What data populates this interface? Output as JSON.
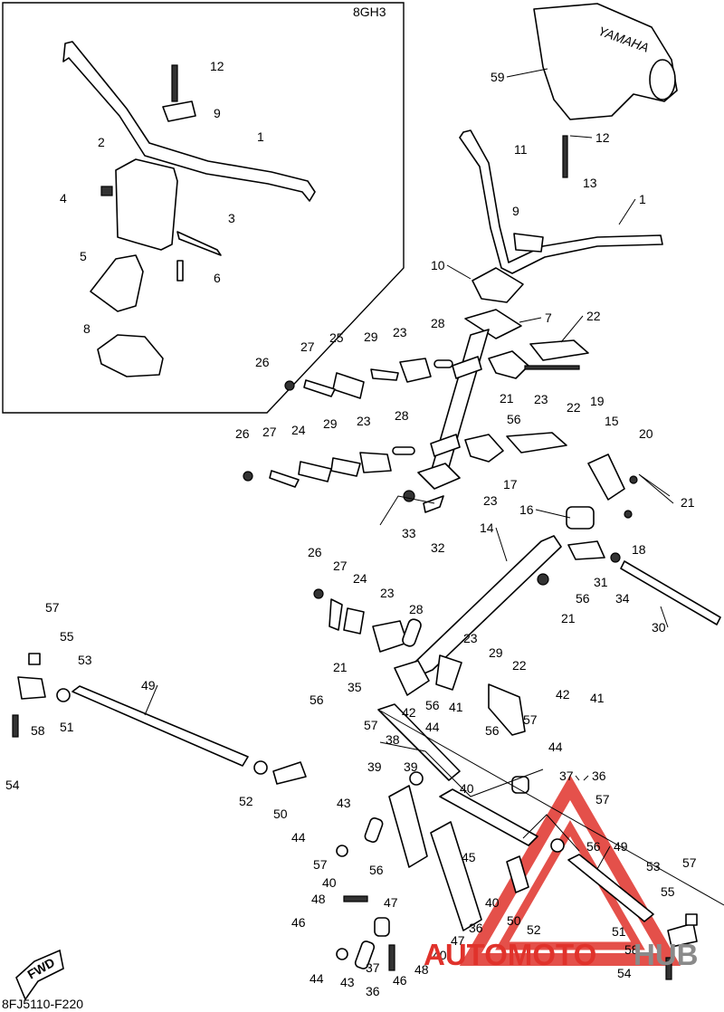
{
  "diagram": {
    "inset_code": "8GH3",
    "footer_code": "8FJ5110-F220",
    "fwd_label": "FWD",
    "watermark": {
      "word1": "AUTOMOTO",
      "word2": "HUB",
      "color_red": "#e0322b",
      "color_gray": "#8a8a8a"
    },
    "brand_on_cover": "YAMAHA",
    "inset_callouts": [
      "12",
      "9",
      "1",
      "2",
      "4",
      "3",
      "5",
      "6",
      "8"
    ],
    "callouts": [
      {
        "id": "c59",
        "text": "59"
      },
      {
        "id": "c12",
        "text": "12"
      },
      {
        "id": "c11",
        "text": "11"
      },
      {
        "id": "c13",
        "text": "13"
      },
      {
        "id": "c9",
        "text": "9"
      },
      {
        "id": "c1",
        "text": "1"
      },
      {
        "id": "c10",
        "text": "10"
      },
      {
        "id": "c7",
        "text": "7"
      },
      {
        "id": "c22a",
        "text": "22"
      },
      {
        "id": "c28a",
        "text": "28"
      },
      {
        "id": "c23a",
        "text": "23"
      },
      {
        "id": "c29a",
        "text": "29"
      },
      {
        "id": "c25",
        "text": "25"
      },
      {
        "id": "c27a",
        "text": "27"
      },
      {
        "id": "c26a",
        "text": "26"
      },
      {
        "id": "c23b",
        "text": "23"
      },
      {
        "id": "c21a",
        "text": "21"
      },
      {
        "id": "c56a",
        "text": "56"
      },
      {
        "id": "c22b",
        "text": "22"
      },
      {
        "id": "c19",
        "text": "19"
      },
      {
        "id": "c15",
        "text": "15"
      },
      {
        "id": "c20",
        "text": "20"
      },
      {
        "id": "c28b",
        "text": "28"
      },
      {
        "id": "c23c",
        "text": "23"
      },
      {
        "id": "c29b",
        "text": "29"
      },
      {
        "id": "c24a",
        "text": "24"
      },
      {
        "id": "c27b",
        "text": "27"
      },
      {
        "id": "c26b",
        "text": "26"
      },
      {
        "id": "c17",
        "text": "17"
      },
      {
        "id": "c23d",
        "text": "23"
      },
      {
        "id": "c21b",
        "text": "21"
      },
      {
        "id": "c16",
        "text": "16"
      },
      {
        "id": "c33",
        "text": "33"
      },
      {
        "id": "c32",
        "text": "32"
      },
      {
        "id": "c14",
        "text": "14"
      },
      {
        "id": "c18",
        "text": "18"
      },
      {
        "id": "c26c",
        "text": "26"
      },
      {
        "id": "c27c",
        "text": "27"
      },
      {
        "id": "c24b",
        "text": "24"
      },
      {
        "id": "c23e",
        "text": "23"
      },
      {
        "id": "c28c",
        "text": "28"
      },
      {
        "id": "c31",
        "text": "31"
      },
      {
        "id": "c56b",
        "text": "56"
      },
      {
        "id": "c34",
        "text": "34"
      },
      {
        "id": "c21c",
        "text": "21"
      },
      {
        "id": "c30",
        "text": "30"
      },
      {
        "id": "c57a",
        "text": "57"
      },
      {
        "id": "c55a",
        "text": "55"
      },
      {
        "id": "c53a",
        "text": "53"
      },
      {
        "id": "c49a",
        "text": "49"
      },
      {
        "id": "c23f",
        "text": "23"
      },
      {
        "id": "c29c",
        "text": "29"
      },
      {
        "id": "c22c",
        "text": "22"
      },
      {
        "id": "c21d",
        "text": "21"
      },
      {
        "id": "c35",
        "text": "35"
      },
      {
        "id": "c56c",
        "text": "56"
      },
      {
        "id": "c41a",
        "text": "41"
      },
      {
        "id": "c42a",
        "text": "42"
      },
      {
        "id": "c42b",
        "text": "42"
      },
      {
        "id": "c41b",
        "text": "41"
      },
      {
        "id": "c58a",
        "text": "58"
      },
      {
        "id": "c51a",
        "text": "51"
      },
      {
        "id": "c56d",
        "text": "56"
      },
      {
        "id": "c57b",
        "text": "57"
      },
      {
        "id": "c44a",
        "text": "44"
      },
      {
        "id": "c56e",
        "text": "56"
      },
      {
        "id": "c57c",
        "text": "57"
      },
      {
        "id": "c44b",
        "text": "44"
      },
      {
        "id": "c54a",
        "text": "54"
      },
      {
        "id": "c38",
        "text": "38"
      },
      {
        "id": "c39a",
        "text": "39"
      },
      {
        "id": "c39b",
        "text": "39"
      },
      {
        "id": "c37a",
        "text": "37"
      },
      {
        "id": "c36a",
        "text": "36"
      },
      {
        "id": "c52a",
        "text": "52"
      },
      {
        "id": "c50a",
        "text": "50"
      },
      {
        "id": "c40a",
        "text": "40"
      },
      {
        "id": "c57d",
        "text": "57"
      },
      {
        "id": "c43a",
        "text": "43"
      },
      {
        "id": "c45",
        "text": "45"
      },
      {
        "id": "c56f",
        "text": "56"
      },
      {
        "id": "c49b",
        "text": "49"
      },
      {
        "id": "c44c",
        "text": "44"
      },
      {
        "id": "c57e",
        "text": "57"
      },
      {
        "id": "c56g",
        "text": "56"
      },
      {
        "id": "c40b",
        "text": "40"
      },
      {
        "id": "c47a",
        "text": "47"
      },
      {
        "id": "c53b",
        "text": "53"
      },
      {
        "id": "c57f",
        "text": "57"
      },
      {
        "id": "c48a",
        "text": "48"
      },
      {
        "id": "c40c",
        "text": "40"
      },
      {
        "id": "c50b",
        "text": "50"
      },
      {
        "id": "c55b",
        "text": "55"
      },
      {
        "id": "c46a",
        "text": "46"
      },
      {
        "id": "c36b",
        "text": "36"
      },
      {
        "id": "c52b",
        "text": "52"
      },
      {
        "id": "c51b",
        "text": "51"
      },
      {
        "id": "c47b",
        "text": "47"
      },
      {
        "id": "c48b",
        "text": "48"
      },
      {
        "id": "c40d",
        "text": "40"
      },
      {
        "id": "c58b",
        "text": "58"
      },
      {
        "id": "c37b",
        "text": "37"
      },
      {
        "id": "c44d",
        "text": "44"
      },
      {
        "id": "c43b",
        "text": "43"
      },
      {
        "id": "c46b",
        "text": "46"
      },
      {
        "id": "c36c",
        "text": "36"
      },
      {
        "id": "c54b",
        "text": "54"
      }
    ]
  }
}
